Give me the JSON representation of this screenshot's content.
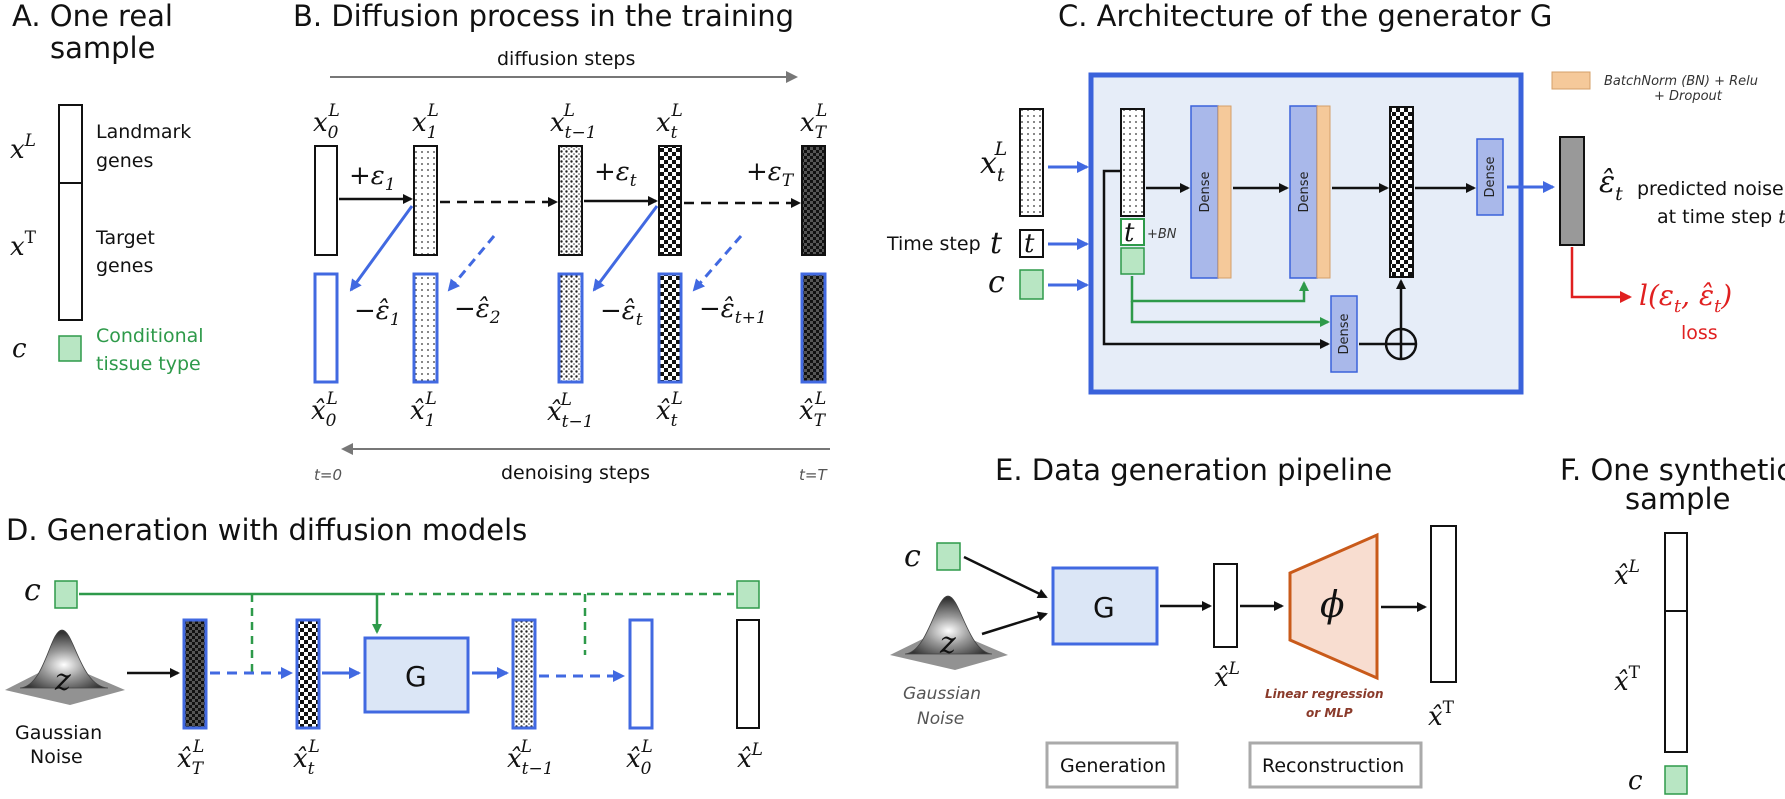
{
  "panels": {
    "a": {
      "title_line1": "A. One real",
      "title_line2": "sample",
      "xL": "x",
      "xL_sup": "L",
      "xT": "x",
      "xT_sup": "T",
      "c": "c",
      "landmark_line1": "Landmark",
      "landmark_line2": "genes",
      "target_line1": "Target",
      "target_line2": "genes",
      "cond_line1": "Conditional",
      "cond_line2": "tissue type"
    },
    "b": {
      "title": "B. Diffusion process in the training",
      "diffusion_steps": "diffusion steps",
      "denoising_steps": "denoising steps",
      "t0": "t=0",
      "tT": "t=T",
      "x0": "x",
      "x0_sub": "0",
      "x0_sup": "L",
      "x1": "x",
      "x1_sub": "1",
      "x1_sup": "L",
      "xtm1": "x",
      "xtm1_sub": "t−1",
      "xtm1_sup": "L",
      "xt": "x",
      "xt_sub": "t",
      "xt_sup": "L",
      "xT": "x",
      "xT_sub": "T",
      "xT_sup": "L",
      "eps1": "+ε",
      "eps1_sub": "1",
      "epst": "+ε",
      "epst_sub": "t",
      "epsT": "+ε",
      "epsT_sub": "T",
      "neg_eps1": "−ε̂",
      "neg_eps1_sub": "1",
      "neg_eps2": "−ε̂",
      "neg_eps2_sub": "2",
      "neg_epst": "−ε̂",
      "neg_epst_sub": "t",
      "neg_epst1": "−ε̂",
      "neg_epst1_sub": "t+1",
      "hx0": "x̂",
      "hx0_sub": "0",
      "hx0_sup": "L",
      "hx1": "x̂",
      "hx1_sub": "1",
      "hx1_sup": "L",
      "hxtm1": "x̂",
      "hxtm1_sub": "t−1",
      "hxtm1_sup": "L",
      "hxt": "x̂",
      "hxt_sub": "t",
      "hxt_sup": "L",
      "hxT": "x̂",
      "hxT_sub": "T",
      "hxT_sup": "L"
    },
    "c": {
      "title": "C. Architecture of the generator G",
      "legend": "BatchNorm (BN) + Relu",
      "legend2": "+ Dropout",
      "xt": "x",
      "xt_sub": "t",
      "xt_sup": "L",
      "time_step": "Time step",
      "t": "t",
      "t_box": "t",
      "c": "c",
      "bn": "+BN",
      "dense1": "Dense",
      "dense2": "Dense",
      "dense3": "Dense",
      "dense4": "Dense",
      "eps_hat": "ε̂",
      "eps_hat_sub": "t",
      "pred_line1": "predicted noise",
      "pred_line2": "at time step",
      "pred_t": "t",
      "loss_formula": "l(ε",
      "loss_sub1": "t",
      "loss_mid": ", ε̂",
      "loss_sub2": "t",
      "loss_close": ")",
      "loss": "loss",
      "colors": {
        "frame": "#3a62db",
        "bg": "#e6edf8",
        "dense": "#a9b8ea",
        "bn": "#f5c99a",
        "green": "#2e9a4a"
      }
    },
    "d": {
      "title": "D. Generation with diffusion models",
      "c": "c",
      "z": "z",
      "gauss_line1": "Gaussian",
      "gauss_line2": "Noise",
      "G": "G",
      "hxT": "x̂",
      "hxT_sub": "T",
      "hxT_sup": "L",
      "hxt": "x̂",
      "hxt_sub": "t",
      "hxt_sup": "L",
      "hxtm1": "x̂",
      "hxtm1_sub": "t−1",
      "hxtm1_sup": "L",
      "hx0": "x̂",
      "hx0_sub": "0",
      "hx0_sup": "L",
      "hxL": "x̂",
      "hxL_sup": "L"
    },
    "e": {
      "title": "E. Data generation pipeline",
      "c": "c",
      "z": "z",
      "gauss_line1": "Gaussian",
      "gauss_line2": "Noise",
      "G": "G",
      "phi": "ϕ",
      "hxL": "x̂",
      "hxL_sup": "L",
      "hxT": "x̂",
      "hxT_sup": "T",
      "reg_line1": "Linear regression",
      "reg_line2": "or MLP",
      "generation": "Generation",
      "reconstruction": "Reconstruction"
    },
    "f": {
      "title_line1": "F. One synthetic",
      "title_line2": "sample",
      "hxL": "x̂",
      "hxL_sup": "L",
      "hxT": "x̂",
      "hxT_sup": "T",
      "c": "c"
    }
  }
}
